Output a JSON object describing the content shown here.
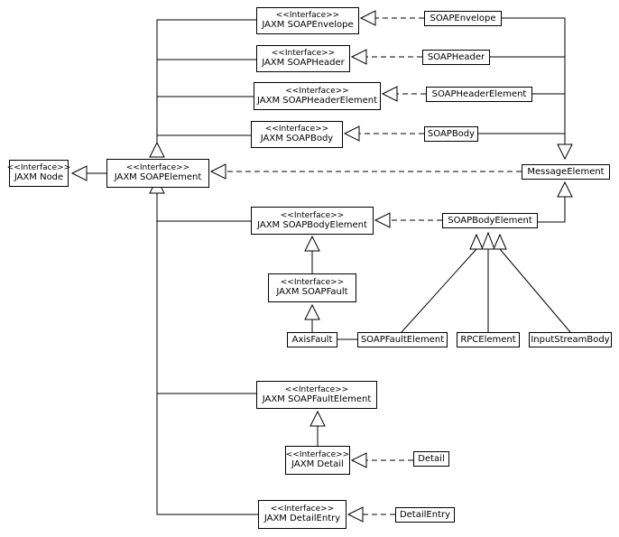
{
  "stereotype": "<<Interface>>",
  "nodes": {
    "jaxm_node": "JAXM Node",
    "jaxm_soap_element": "JAXM SOAPElement",
    "jaxm_soap_envelope": "JAXM SOAPEnvelope",
    "jaxm_soap_header": "JAXM SOAPHeader",
    "jaxm_soap_header_element": "JAXM SOAPHeaderElement",
    "jaxm_soap_body": "JAXM SOAPBody",
    "jaxm_soap_body_element": "JAXM SOAPBodyElement",
    "jaxm_soap_fault": "JAXM SOAPFault",
    "jaxm_soap_fault_element": "JAXM SOAPFaultElement",
    "jaxm_detail": "JAXM Detail",
    "jaxm_detail_entry": "JAXM DetailEntry",
    "soap_envelope": "SOAPEnvelope",
    "soap_header": "SOAPHeader",
    "soap_header_element": "SOAPHeaderElement",
    "soap_body": "SOAPBody",
    "message_element": "MessageElement",
    "soap_body_element": "SOAPBodyElement",
    "axis_fault": "AxisFault",
    "soap_fault_element": "SOAPFaultElement",
    "rpc_element": "RPCElement",
    "input_stream_body": "InputStreamBody",
    "detail": "Detail",
    "detail_entry": "DetailEntry"
  }
}
